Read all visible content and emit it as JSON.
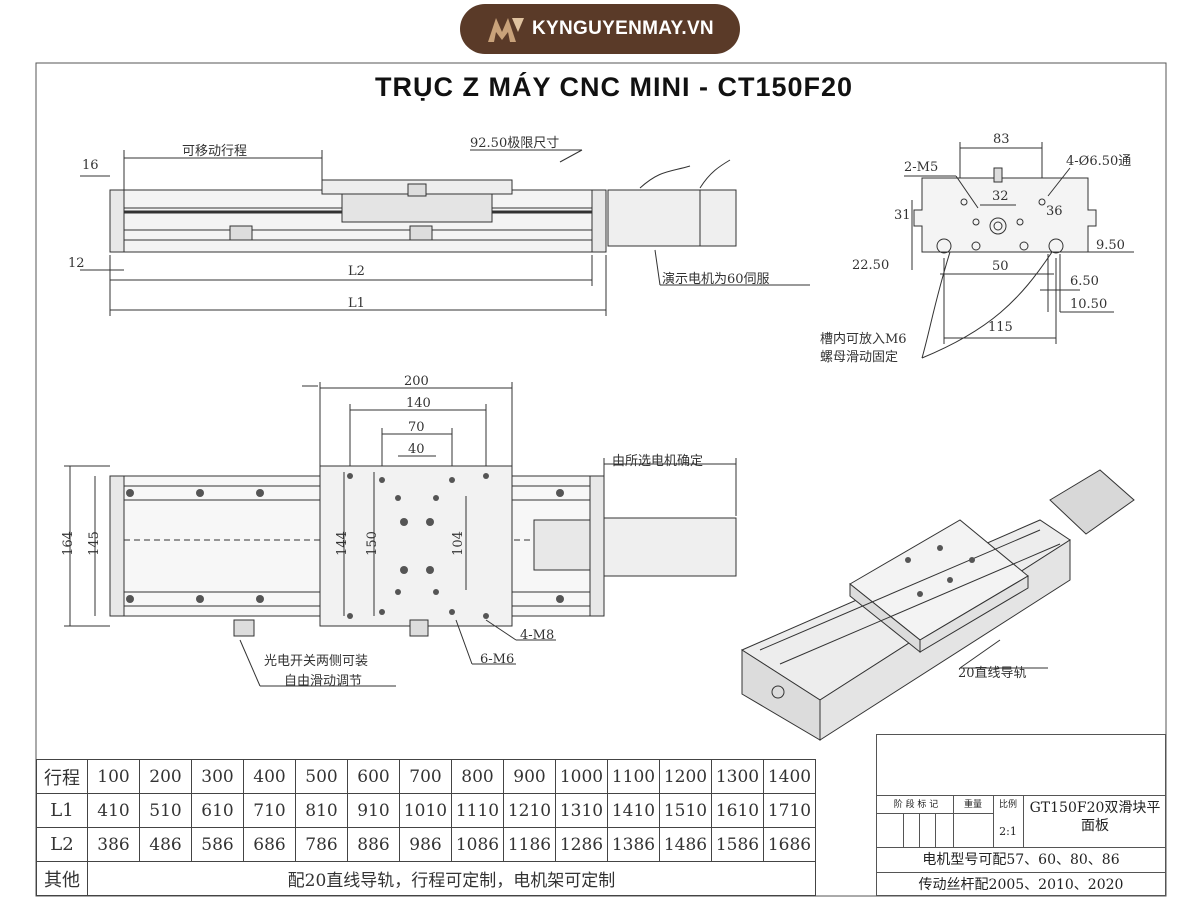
{
  "logo": {
    "text": "KYNGUYENMAY.VN"
  },
  "title": "TRỤC Z MÁY CNC MINI - CT150F20",
  "top_view": {
    "travel_label": "可移动行程",
    "limit_label": "92.50极限尺寸",
    "dim_16": "16",
    "dim_12": "12",
    "l2": "L2",
    "l1": "L1",
    "motor_note": "演示电机为60伺服"
  },
  "end_view": {
    "d83": "83",
    "m5": "2-M5",
    "holes": "4-Ø6.50通",
    "d32": "32",
    "d31": "31",
    "d36": "36",
    "d2250": "22.50",
    "d950": "9.50",
    "d50": "50",
    "d650": "6.50",
    "d1050": "10.50",
    "d115": "115",
    "slot_note_1": "槽内可放入M6",
    "slot_note_2": "螺母滑动固定"
  },
  "plan_view": {
    "d200": "200",
    "d140": "140",
    "d70": "70",
    "d40": "40",
    "d164": "164",
    "d145": "145",
    "d144": "144",
    "d150": "150",
    "d104": "104",
    "motor_sel": "由所选电机确定",
    "m8": "4-M8",
    "m6": "6-M6",
    "switch_note_1": "光电开关两侧可装",
    "switch_note_2": "自由滑动调节"
  },
  "iso_view": {
    "rail_note": "20直线导轨"
  },
  "spec_table": {
    "rows": [
      {
        "label": "行程",
        "values": [
          "100",
          "200",
          "300",
          "400",
          "500",
          "600",
          "700",
          "800",
          "900",
          "1000",
          "1100",
          "1200",
          "1300",
          "1400"
        ]
      },
      {
        "label": "L1",
        "values": [
          "410",
          "510",
          "610",
          "710",
          "810",
          "910",
          "1010",
          "1110",
          "1210",
          "1310",
          "1410",
          "1510",
          "1610",
          "1710"
        ]
      },
      {
        "label": "L2",
        "values": [
          "386",
          "486",
          "586",
          "686",
          "786",
          "886",
          "986",
          "1086",
          "1186",
          "1286",
          "1386",
          "1486",
          "1586",
          "1686"
        ]
      }
    ],
    "other_label": "其他",
    "other_text": "配20直线导轨，行程可定制，电机架可定制"
  },
  "title_block": {
    "hdr_1": "阶 段 标 记",
    "hdr_2": "重量",
    "hdr_3": "比例",
    "scale": "2:1",
    "part": "GT150F20双滑块平面板",
    "motor_line": "电机型号可配57、60、80、86",
    "screw_line": "传动丝杆配2005、2010、2020"
  }
}
